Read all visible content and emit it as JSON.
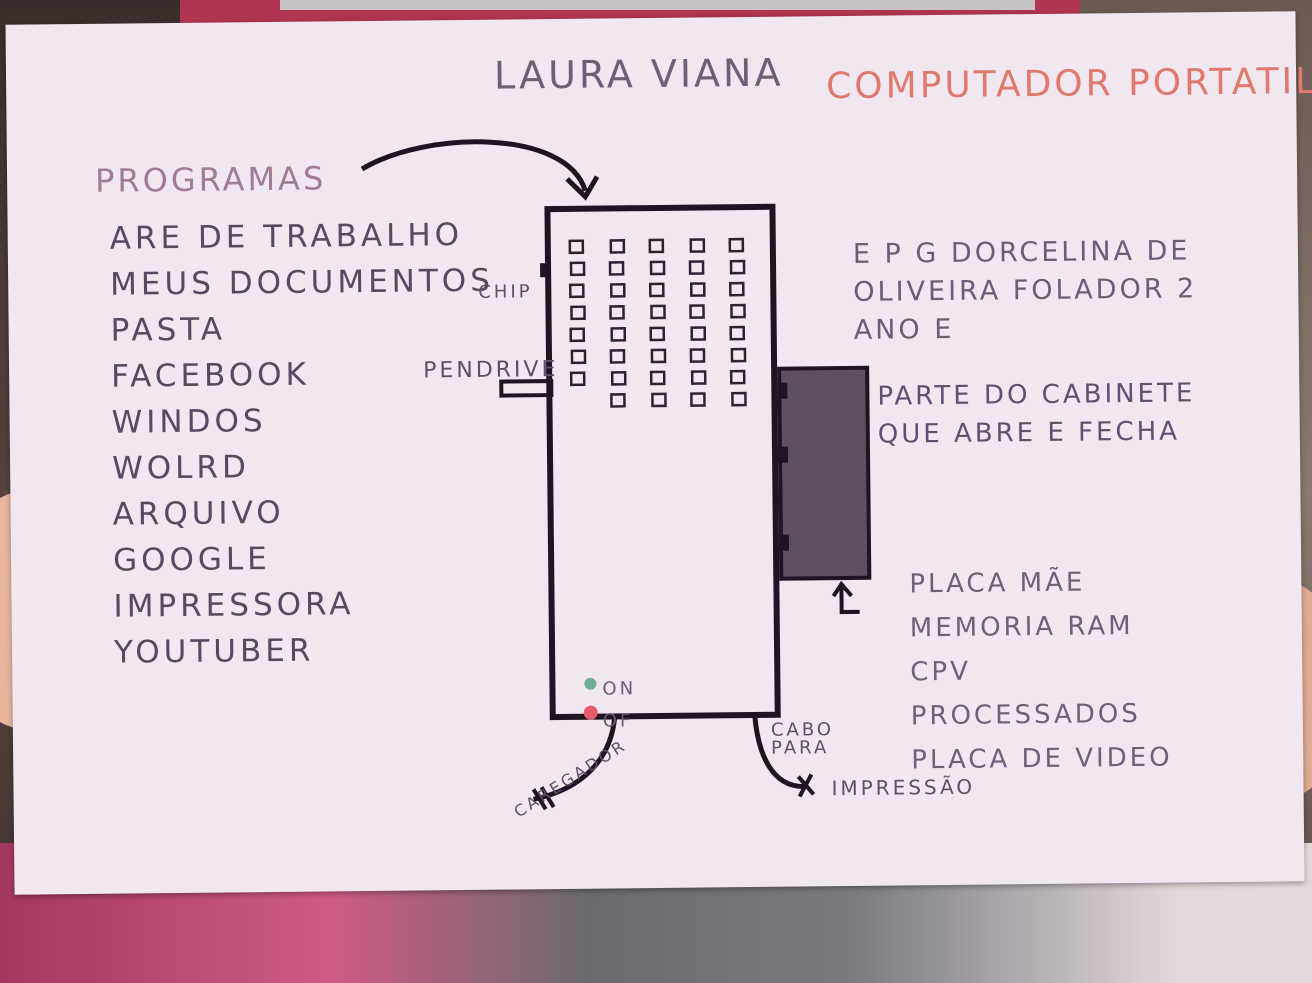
{
  "title": {
    "name": "LAURA VIANA",
    "subject": "COMPUTADOR PORTATIL"
  },
  "programs": {
    "heading": "PROGRAMAS",
    "items": [
      "ARE DE TRABALHO",
      "MEUS DOCUMENTOS",
      "PASTA",
      "FACEBOOK",
      "WINDOS",
      "WOLRD",
      "ARQUIVO",
      "GOOGLE",
      "IMPRESSORA",
      "YOUTUBER"
    ]
  },
  "school": "E P G DORCELINA DE OLIVEIRA FOLADOR 2 ANO E",
  "labels": {
    "chip": "CHIP",
    "pendrive": "PENDRIVE",
    "on": "ON",
    "off": "OF",
    "charger": "CAREGADOR",
    "cabo": "CABO PARA",
    "impressao": "IMPRESSÃO",
    "cabinet": "PARTE DO CABINETE QUE ABRE E FECHA"
  },
  "parts": [
    "PLACA MÃE",
    "MEMORIA RAM",
    "CPV",
    "PROCESSADOS",
    "PLACA DE VIDEO"
  ],
  "colors": {
    "paper": "#f1e7f1",
    "ink": "#1e1424",
    "title_orange": "#e07a6d",
    "led_on": "#6fae98",
    "led_off": "#e85a6a"
  }
}
